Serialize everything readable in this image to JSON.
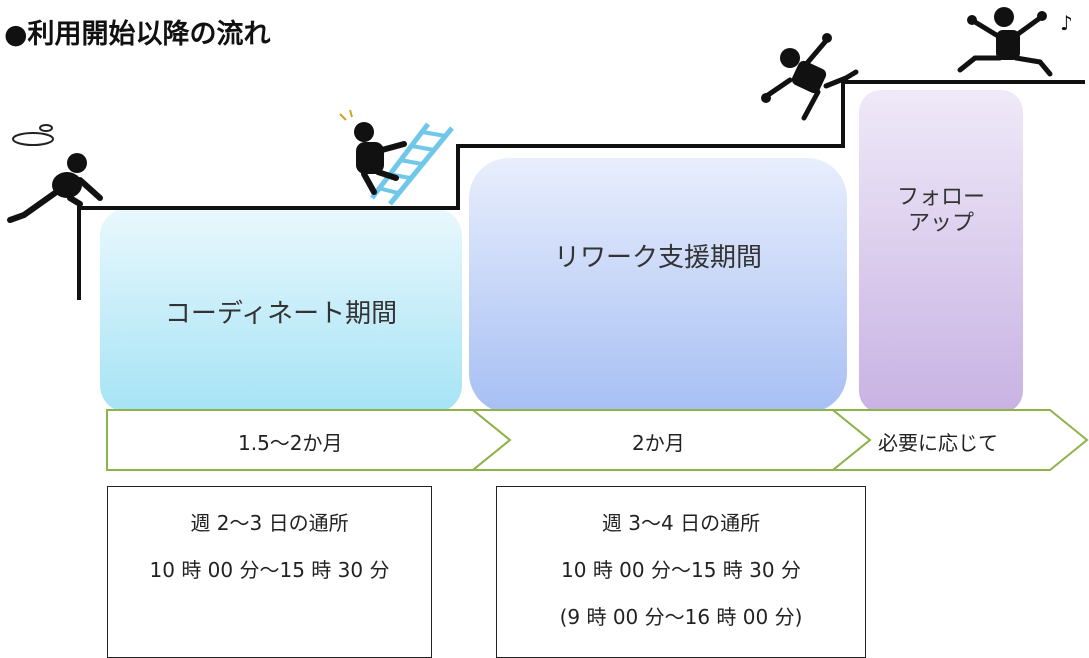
{
  "title": "●利用開始以降の流れ",
  "phases": [
    {
      "label": "コーディネート期間",
      "duration": "1.5〜2か月"
    },
    {
      "label": "リワーク支援期間",
      "duration": "2か月"
    },
    {
      "label_line1": "フォロー",
      "label_line2": "アップ",
      "duration": "必要に応じて"
    }
  ],
  "details": [
    {
      "lines": [
        "週 2〜3 日の通所",
        "10 時 00 分〜15 時 30 分"
      ]
    },
    {
      "lines": [
        "週 3〜4 日の通所",
        "10 時 00 分〜15 時 30 分",
        "(9 時 00 分〜16 時 00 分)"
      ]
    }
  ],
  "colors": {
    "phase1_top": "#e9f8fd",
    "phase1_bottom": "#a5e3f5",
    "phase2_top": "#e8eefc",
    "phase2_bottom": "#a7bff4",
    "phase3_top": "#efe9f8",
    "phase3_bottom": "#c8b2e3",
    "arrow_border": "#8fb34b",
    "stair_line": "#111111"
  }
}
